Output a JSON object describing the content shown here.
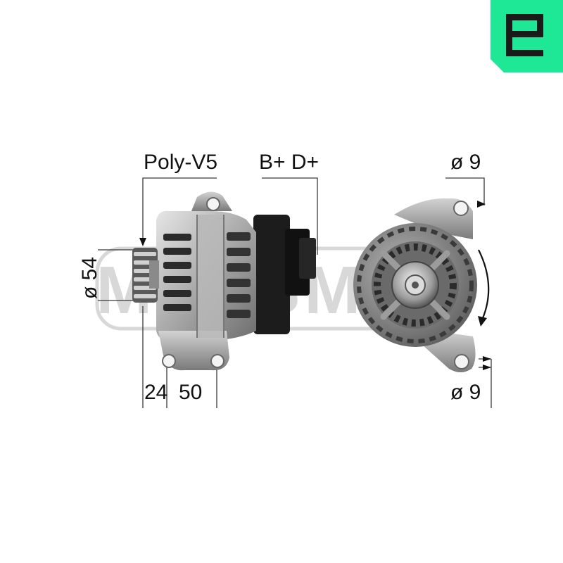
{
  "brand": {
    "accent_color": "#1ee896",
    "logo_icon": "era-e-logo-icon"
  },
  "watermark": {
    "text": "MESSMER",
    "color": "#d8d8d8"
  },
  "dimensions": {
    "pulley": "Poly-V5",
    "terminals": "B+ D+",
    "pulley_diameter": "ø 54",
    "offset_a": "24",
    "offset_b": "50",
    "hole_top": "ø 9",
    "hole_bottom": "ø 9"
  },
  "rotation_indicator": "clockwise-arrow-icon"
}
